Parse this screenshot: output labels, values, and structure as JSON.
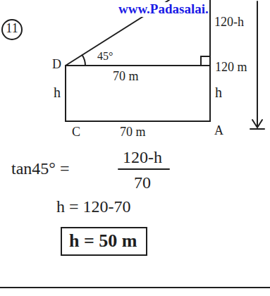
{
  "diagram": {
    "nodes": [
      {
        "text": [
          "h = 50 m"
        ]
      }
    ],
    "labels": [
      "11",
      "www.Padasalai.",
      "120-h",
      "45°",
      "D",
      "70 m",
      "120 m",
      "h",
      "h",
      "C",
      "70 m",
      "A",
      "tan45° =",
      "120-h",
      "70",
      "h = 120-70"
    ]
  }
}
